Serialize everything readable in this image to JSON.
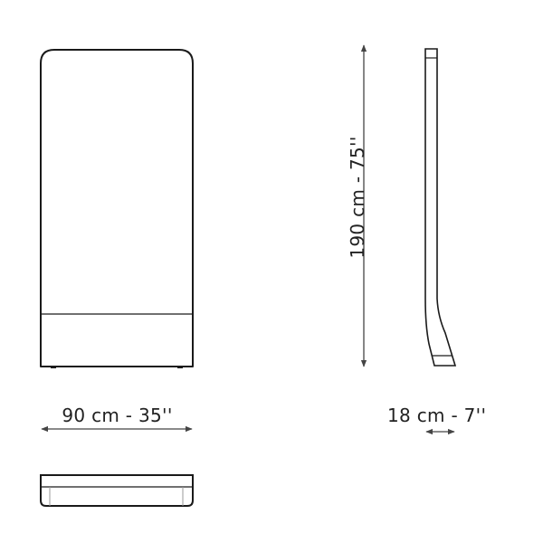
{
  "dimensions": {
    "width_label": "90 cm - 35''",
    "height_label": "190 cm - 75''",
    "depth_label": "18 cm - 7''"
  },
  "colors": {
    "line": "#1a1a1a",
    "arrow": "#444444"
  }
}
